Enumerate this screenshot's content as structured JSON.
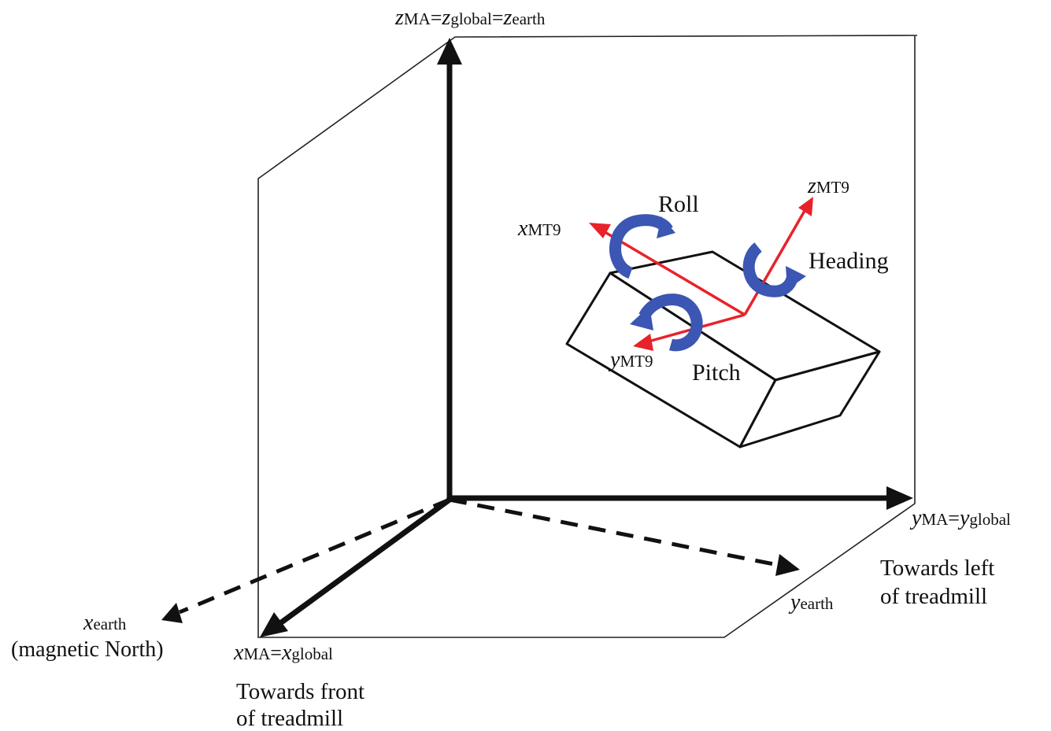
{
  "labels": {
    "z_axis": {
      "base": "z",
      "sub1": "MA",
      "eq1": "=",
      "base2": "z",
      "sub2": "global",
      "eq2": "=",
      "base3": "z",
      "sub3": "earth"
    },
    "y_axis": {
      "base": "y",
      "sub1": "MA",
      "eq1": "=",
      "base2": "y",
      "sub2": "global"
    },
    "x_axis": {
      "base": "x",
      "sub1": "MA",
      "eq1": "=",
      "base2": "x",
      "sub2": "global"
    },
    "x_earth": {
      "base": "x",
      "sub": "earth",
      "note": "(magnetic North)"
    },
    "y_earth": {
      "base": "y",
      "sub": "earth"
    },
    "front_line1": "Towards front",
    "front_line2": "of treadmill",
    "left_line1": "Towards left",
    "left_line2": "of treadmill",
    "x_mt9": {
      "base": "x",
      "sub": "MT9"
    },
    "y_mt9": {
      "base": "y",
      "sub": "MT9"
    },
    "z_mt9": {
      "base": "z",
      "sub": "MT9"
    },
    "roll": "Roll",
    "pitch": "Pitch",
    "heading": "Heading"
  },
  "colors": {
    "axis": "#111111",
    "sensor_axis": "#e8222a",
    "rotation_arrow": "#3b56b3",
    "frame_line": "#222222"
  }
}
